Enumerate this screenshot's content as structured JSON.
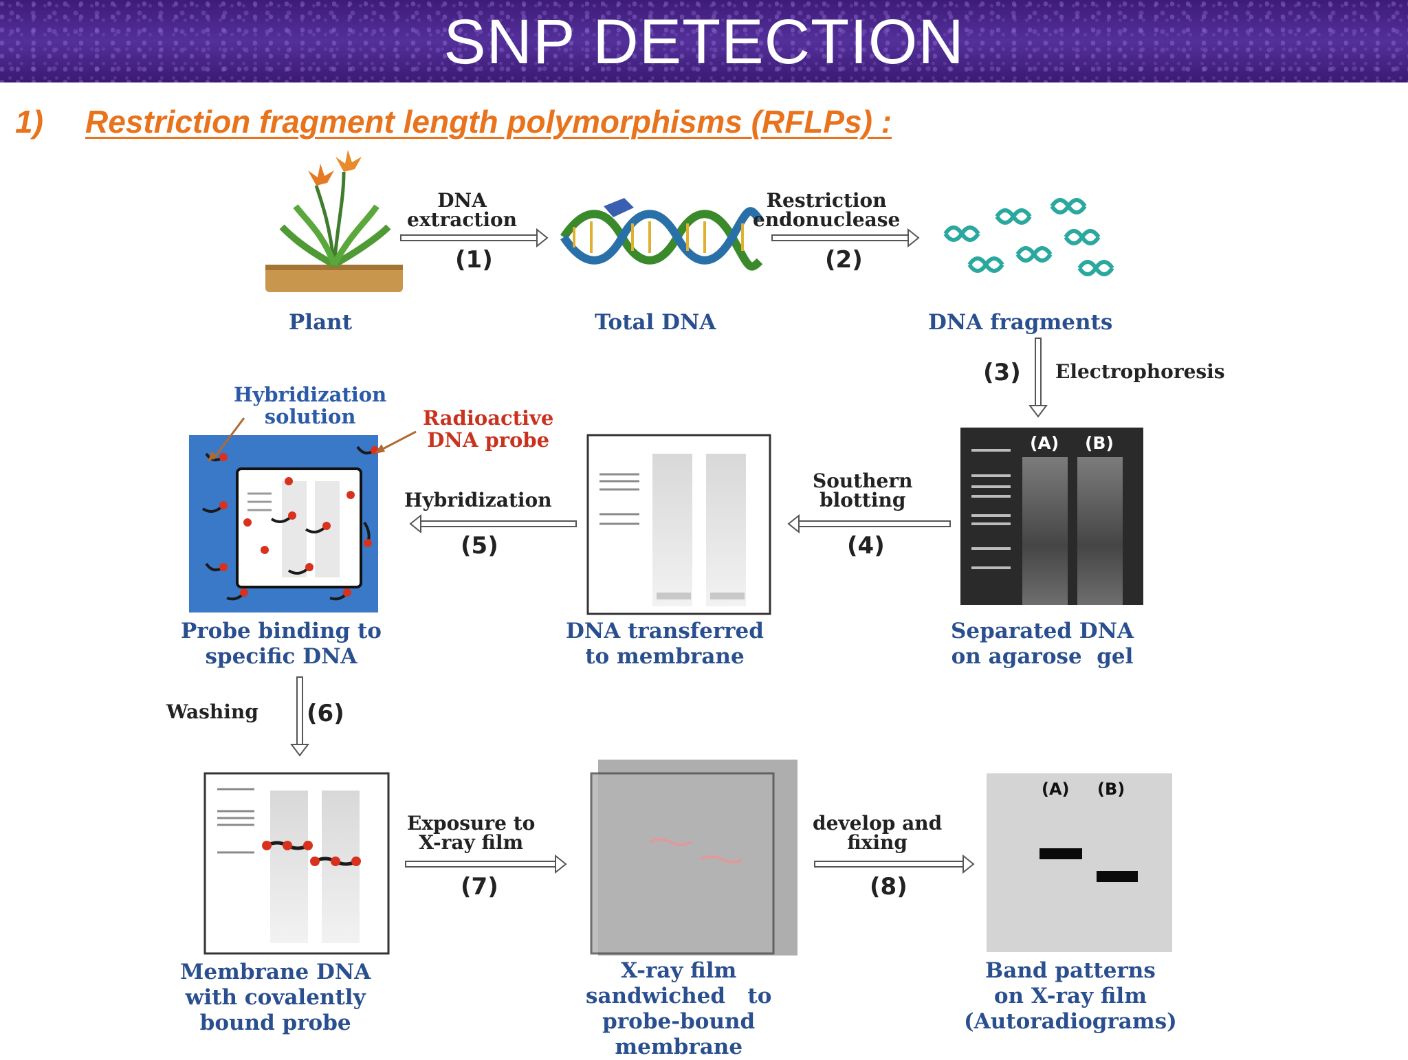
{
  "title": "SNP DETECTION",
  "subtitle": {
    "number": "1)",
    "text": "Restriction fragment length polymorphisms (RFLPs) :"
  },
  "stages": {
    "plant": "Plant",
    "total_dna": "Total DNA",
    "dna_fragments": "DNA fragments",
    "separated_dna": "Separated DNA\non agarose  gel",
    "dna_transferred": "DNA transferred\nto membrane",
    "probe_binding": "Probe binding to\nspecific DNA",
    "membrane_dna": "Membrane DNA\nwith covalently\nbound probe",
    "xray_film": "X-ray film\nsandwiched   to\nprobe-bound\nmembrane",
    "band_patterns": "Band patterns\non X-ray film\n(Autoradiograms)"
  },
  "steps": {
    "s1": {
      "label": "DNA\nextraction",
      "number": "(1)"
    },
    "s2": {
      "label": "Restriction\nendonuclease",
      "number": "(2)"
    },
    "s3": {
      "label": "Electrophoresis",
      "number": "(3)"
    },
    "s4": {
      "label": "Southern\nblotting",
      "number": "(4)"
    },
    "s5": {
      "label": "Hybridization",
      "number": "(5)"
    },
    "s6": {
      "label": "Washing",
      "number": "(6)"
    },
    "s7": {
      "label": "Exposure to\nX-ray film",
      "number": "(7)"
    },
    "s8": {
      "label": "develop and\nfixing",
      "number": "(8)"
    }
  },
  "callouts": {
    "hyb_solution": "Hybridization\nsolution",
    "radioactive_probe": "Radioactive\nDNA probe"
  },
  "lanes": {
    "a": "(A)",
    "b": "(B)"
  },
  "colors": {
    "header": "#4a2586",
    "subtitle": "#e8731c",
    "stage_label": "#2a4f8f",
    "probe_red": "#d8321e",
    "hyb_blue": "#3a78c8",
    "gel": "#2a2a2a",
    "dna_teal": "#2aa8a0"
  },
  "icons": [
    "plant-illustration",
    "dna-helix-illustration",
    "dna-fragments-illustration"
  ]
}
